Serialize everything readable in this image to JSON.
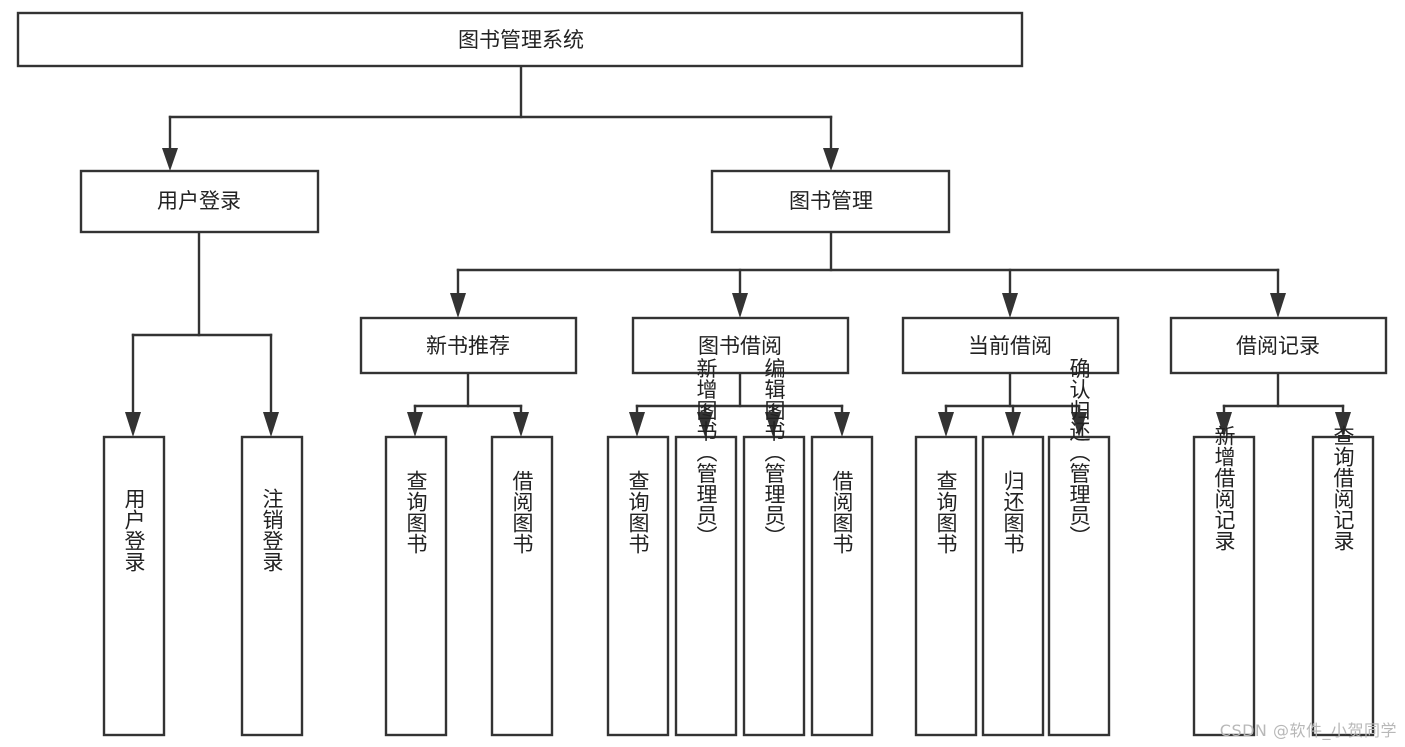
{
  "diagram": {
    "title": "图书管理系统",
    "type": "tree-hierarchy-diagram",
    "colors": {
      "stroke": "#333333",
      "box_fill": "#ffffff",
      "text": "#222222",
      "background": "#ffffff",
      "watermark": "#b8b8b8"
    },
    "root": {
      "label": "图书管理系统"
    },
    "level2": [
      {
        "label": "用户登录"
      },
      {
        "label": "图书管理"
      }
    ],
    "level3": [
      {
        "label": "新书推荐"
      },
      {
        "label": "图书借阅"
      },
      {
        "label": "当前借阅"
      },
      {
        "label": "借阅记录"
      }
    ],
    "leaves": {
      "user_login": [
        {
          "label": "用户登录"
        },
        {
          "label": "注销登录"
        }
      ],
      "new_book_recommend": [
        {
          "label": "查询图书"
        },
        {
          "label": "借阅图书"
        }
      ],
      "book_borrow": [
        {
          "label": "查询图书"
        },
        {
          "label": "新增图书（管理员）"
        },
        {
          "label": "编辑图书（管理员）"
        },
        {
          "label": "借阅图书"
        }
      ],
      "current_borrow": [
        {
          "label": "查询图书"
        },
        {
          "label": "归还图书"
        },
        {
          "label": "确认归还（管理员）"
        }
      ],
      "borrow_record": [
        {
          "label": "新增借阅记录"
        },
        {
          "label": "查询借阅记录"
        }
      ]
    }
  },
  "watermark": {
    "text": "CSDN @软件_小贺同学"
  }
}
